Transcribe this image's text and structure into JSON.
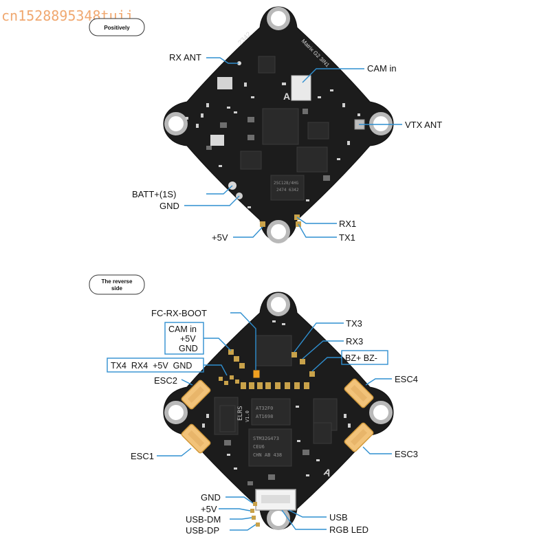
{
  "watermark": "cn1528895348tuii",
  "top_view": {
    "tag": "Positively",
    "silk": {
      "code": "2342",
      "model": "Matrix G2 3IN1"
    },
    "labels": {
      "rx_ant": "RX ANT",
      "cam_in": "CAM in",
      "vtx_ant": "VTX ANT",
      "batt": "BATT+(1S)",
      "gnd": "GND",
      "plus5v": "+5V",
      "rx1": "RX1",
      "tx1": "TX1"
    }
  },
  "bottom_view": {
    "tag_line1": "The reverse",
    "tag_line2": "side",
    "silk": {
      "elrs": "ELRS",
      "version": "V1.0"
    },
    "labels": {
      "fc_rx_boot": "FC-RX-BOOT",
      "cam_in": "CAM in",
      "plus5v": "+5V",
      "gnd": "GND",
      "tx4_group": "TX4  RX4  +5V  GND",
      "esc2": "ESC2",
      "esc1": "ESC1",
      "tx3": "TX3",
      "rx3": "RX3",
      "bz": "BZ+ BZ-",
      "esc4": "ESC4",
      "esc3": "ESC3",
      "gnd2": "GND",
      "plus5v2": "+5V",
      "usb_dm": "USB-DM",
      "usb_dp": "USB-DP",
      "usb": "USB",
      "rgb_led": "RGB LED"
    }
  },
  "colors": {
    "leader": "#2f8fd0",
    "board": "#1c1c1c",
    "connector": "#f2c37a",
    "watermark": "#f0a870"
  }
}
